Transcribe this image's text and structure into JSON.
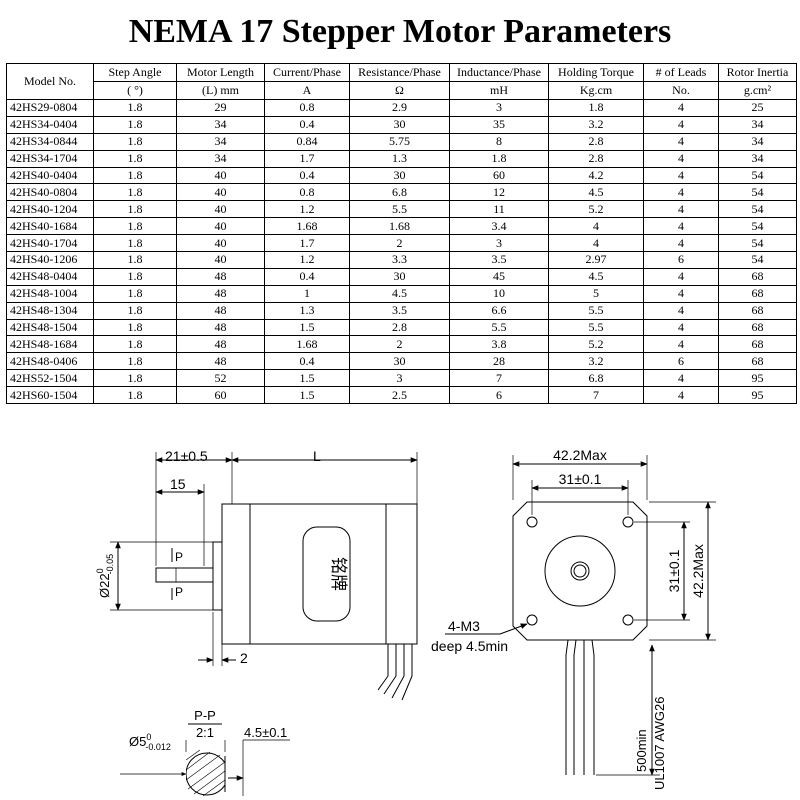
{
  "title": "NEMA 17 Stepper Motor Parameters",
  "table": {
    "model_header": "Model No.",
    "columns": [
      {
        "name": "Step Angle",
        "unit": "( °)"
      },
      {
        "name": "Motor Length",
        "unit": "(L) mm"
      },
      {
        "name": "Current/Phase",
        "unit": "A"
      },
      {
        "name": "Resistance/Phase",
        "unit": "Ω"
      },
      {
        "name": "Inductance/Phase",
        "unit": "mH"
      },
      {
        "name": "Holding Torque",
        "unit": "Kg.cm"
      },
      {
        "name": "# of Leads",
        "unit": "No."
      },
      {
        "name": "Rotor Inertia",
        "unit": "g.cm²"
      }
    ],
    "rows": [
      [
        "42HS29-0804",
        "1.8",
        "29",
        "0.8",
        "2.9",
        "3",
        "1.8",
        "4",
        "25"
      ],
      [
        "42HS34-0404",
        "1.8",
        "34",
        "0.4",
        "30",
        "35",
        "3.2",
        "4",
        "34"
      ],
      [
        "42HS34-0844",
        "1.8",
        "34",
        "0.84",
        "5.75",
        "8",
        "2.8",
        "4",
        "34"
      ],
      [
        "42HS34-1704",
        "1.8",
        "34",
        "1.7",
        "1.3",
        "1.8",
        "2.8",
        "4",
        "34"
      ],
      [
        "42HS40-0404",
        "1.8",
        "40",
        "0.4",
        "30",
        "60",
        "4.2",
        "4",
        "54"
      ],
      [
        "42HS40-0804",
        "1.8",
        "40",
        "0.8",
        "6.8",
        "12",
        "4.5",
        "4",
        "54"
      ],
      [
        "42HS40-1204",
        "1.8",
        "40",
        "1.2",
        "5.5",
        "11",
        "5.2",
        "4",
        "54"
      ],
      [
        "42HS40-1684",
        "1.8",
        "40",
        "1.68",
        "1.68",
        "3.4",
        "4",
        "4",
        "54"
      ],
      [
        "42HS40-1704",
        "1.8",
        "40",
        "1.7",
        "2",
        "3",
        "4",
        "4",
        "54"
      ],
      [
        "42HS40-1206",
        "1.8",
        "40",
        "1.2",
        "3.3",
        "3.5",
        "2.97",
        "6",
        "54"
      ],
      [
        "42HS48-0404",
        "1.8",
        "48",
        "0.4",
        "30",
        "45",
        "4.5",
        "4",
        "68"
      ],
      [
        "42HS48-1004",
        "1.8",
        "48",
        "1",
        "4.5",
        "10",
        "5",
        "4",
        "68"
      ],
      [
        "42HS48-1304",
        "1.8",
        "48",
        "1.3",
        "3.5",
        "6.6",
        "5.5",
        "4",
        "68"
      ],
      [
        "42HS48-1504",
        "1.8",
        "48",
        "1.5",
        "2.8",
        "5.5",
        "5.5",
        "4",
        "68"
      ],
      [
        "42HS48-1684",
        "1.8",
        "48",
        "1.68",
        "2",
        "3.8",
        "5.2",
        "4",
        "68"
      ],
      [
        "42HS48-0406",
        "1.8",
        "48",
        "0.4",
        "30",
        "28",
        "3.2",
        "6",
        "68"
      ],
      [
        "42HS52-1504",
        "1.8",
        "52",
        "1.5",
        "3",
        "7",
        "6.8",
        "4",
        "95"
      ],
      [
        "42HS60-1504",
        "1.8",
        "60",
        "1.5",
        "2.5",
        "6",
        "7",
        "4",
        "95"
      ]
    ]
  },
  "drawings": {
    "side_view": {
      "dim_flange": "21±0.5",
      "dim_shaft": "15",
      "dim_length": "L",
      "dim_boss": "2",
      "section_mark": "P",
      "dim_diameter_main": "Ø22",
      "dim_diameter_sup": "0",
      "dim_diameter_sub": "-0.05",
      "label_plate": "铭牌"
    },
    "front_view": {
      "dim_width": "42.2Max",
      "dim_hole_spacing": "31±0.1",
      "dim_hole_spacing_v": "31±0.1",
      "dim_height": "42.2Max",
      "hole_label_line1": "4-M3",
      "hole_label_line2": "deep 4.5min",
      "lead_length": "500min",
      "lead_spec": "UL1007 AWG26"
    },
    "section_view": {
      "title": "P-P",
      "scale": "2:1",
      "dim_diameter_main": "Ø5",
      "dim_diameter_sup": "0",
      "dim_diameter_sub": "-0.012",
      "dim_flat": "4.5±0.1"
    }
  }
}
